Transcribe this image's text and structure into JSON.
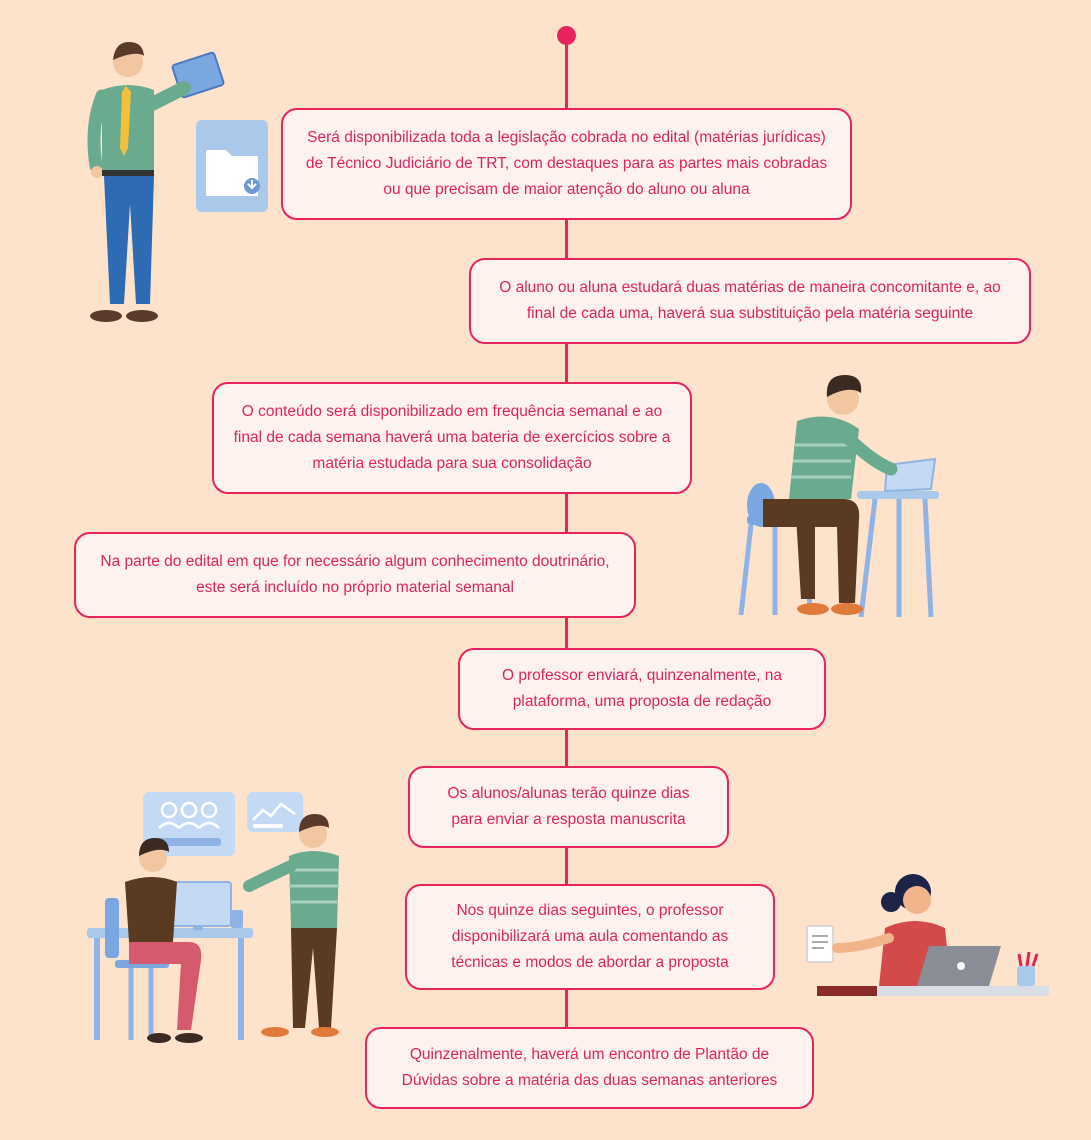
{
  "colors": {
    "background": "#fde3cc",
    "accent": "#e8245f",
    "box_fill": "#fdf3ec",
    "text": "#e0245a"
  },
  "steps": [
    {
      "text": "Será disponibilizada toda a legislação cobrada no edital (matérias jurídicas) de Técnico Judiciário de TRT, com destaques para as partes mais cobradas ou que precisam de maior atenção do aluno ou aluna"
    },
    {
      "text": "O aluno ou aluna estudará duas matérias de maneira concomitante e, ao final de cada uma, haverá sua substituição pela matéria seguinte"
    },
    {
      "text": "O conteúdo será disponibilizado em frequência semanal e ao final de cada semana haverá uma bateria de exercícios sobre a matéria estudada para sua consolidação"
    },
    {
      "text": "Na parte do edital em que for necessário algum conhecimento doutrinário, este será incluído no próprio material semanal"
    },
    {
      "text": "O professor enviará, quinzenalmente, na plataforma, uma proposta de redação"
    },
    {
      "text": "Os alunos/alunas terão quinze dias para enviar a resposta manuscrita"
    },
    {
      "text": "Nos quinze dias seguintes, o professor disponibilizará uma aula comentando as técnicas e modos de abordar a proposta"
    },
    {
      "text": "Quinzenalmente, haverá um encontro de Plantão de Dúvidas sobre a matéria das duas semanas anteriores"
    }
  ],
  "illustrations": [
    {
      "icon": "man-holding-document-icon"
    },
    {
      "icon": "student-laptop-desk-icon"
    },
    {
      "icon": "team-meeting-computer-icon"
    },
    {
      "icon": "woman-laptop-document-icon"
    }
  ]
}
